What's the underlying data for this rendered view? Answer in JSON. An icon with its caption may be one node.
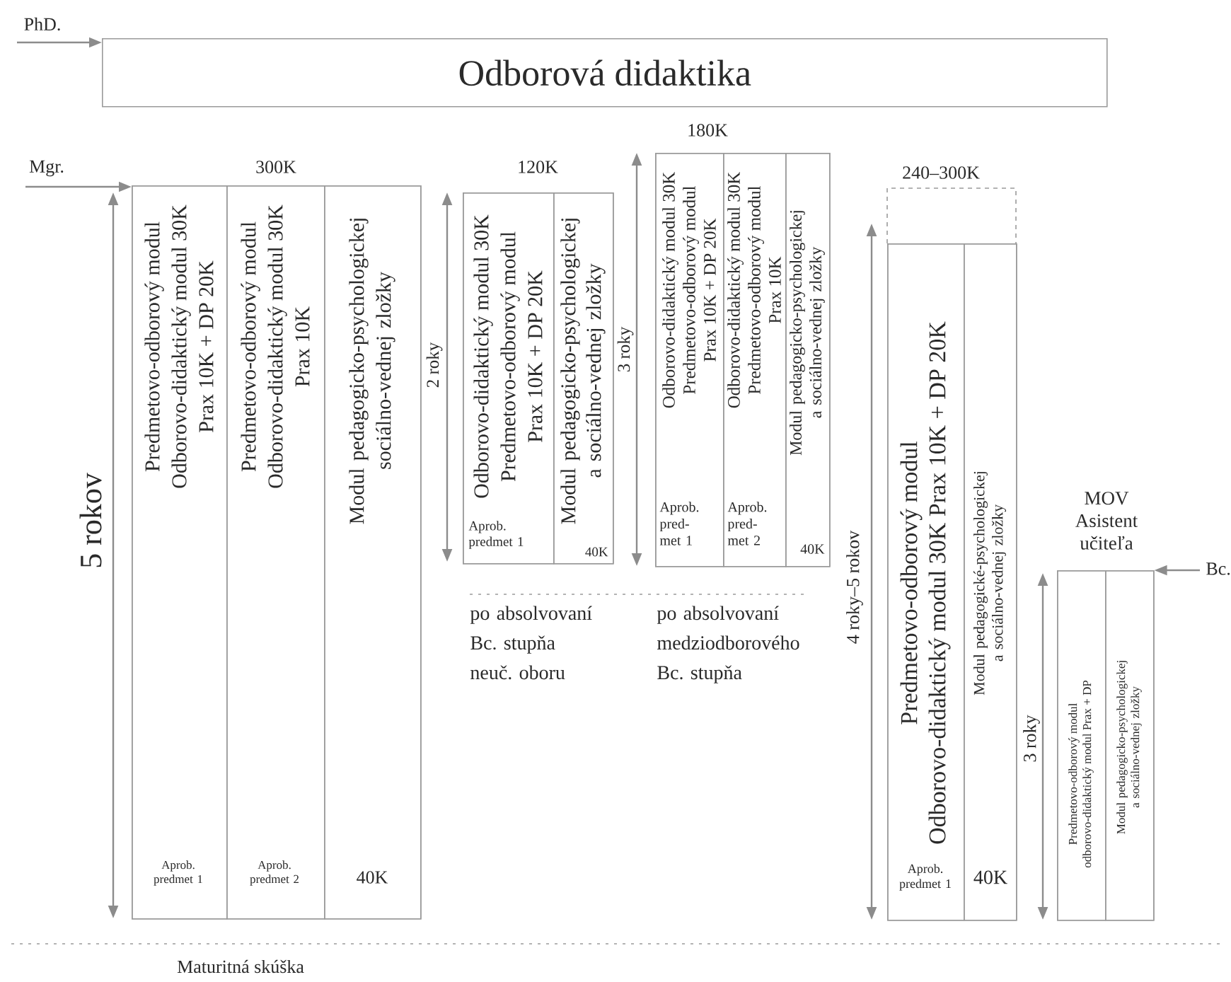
{
  "diagram": {
    "nodes": [
      {
        "text": [
          "Odborová didaktika"
        ]
      },
      {
        "text": [
          "300K"
        ],
        "beside": [
          "5 rokov"
        ]
      },
      {
        "text": [
          "Predmetovo-odborový modul",
          "Odborovo-didaktický modul 30K",
          "Prax 10K + DP 20K",
          "Aprob. predmet 1"
        ],
        "in": 1
      },
      {
        "text": [
          "Predmetovo-odborový modul",
          "Odborovo-didaktický modul 30K",
          "Prax 10K",
          "Aprob. predmet 2"
        ],
        "in": 1
      },
      {
        "text": [
          "Modul pedagogicko-psychologickej sociálno-vednej zložky",
          "40K"
        ],
        "in": 1
      },
      {
        "text": [
          "120K"
        ],
        "beside": [
          "2 roky",
          "po absolvovaní Bc. stupňa neuč. oboru"
        ]
      },
      {
        "text": [
          "Odborovo-didaktický modul 30K",
          "Predmetovo-odborový modul",
          "Prax 10K + DP 20K",
          "Aprob. predmet 1"
        ],
        "in": 5
      },
      {
        "text": [
          "Modul pedagogicko-psychologickej a sociálno-vednej zložky",
          "40K"
        ],
        "in": 5
      },
      {
        "text": [
          "180K"
        ],
        "beside": [
          "3 roky",
          "po absolvovaní medziodborového Bc. stupňa"
        ]
      },
      {
        "text": [
          "Odborovo-didaktický modul 30K",
          "Predmetovo-odborový modul",
          "Prax 10K + DP 20K",
          "Aprob. pred- met 1"
        ],
        "in": 8
      },
      {
        "text": [
          "Odborovo-didaktický modul 30K",
          "Predmetovo-odborový modul",
          "Prax 10K",
          "Aprob. pred- met 2"
        ],
        "in": 8
      },
      {
        "text": [
          "Modul pedagogicko-psychologickej a sociálno-vednej zložky",
          "40K"
        ],
        "in": 8
      },
      {
        "text": [
          "240–300K"
        ],
        "beside": [
          "4 roky–5 rokov"
        ]
      },
      {
        "text": [
          "Predmetovo-odborový modul",
          "Odborovo-didaktický modul 30K Prax 10K + DP 20K",
          "Aprob. predmet 1"
        ],
        "in": 12
      },
      {
        "text": [
          "Modul pedagogické-psychologickej a sociálno-vednej zložky",
          "40K"
        ],
        "in": 12
      },
      {
        "text": [
          "MOV Asistent učiteľa"
        ],
        "beside": [
          "3 roky"
        ]
      },
      {
        "text": [
          "Predmetovo-odborový modul",
          "odborovo-didaktický modul Prax + DP"
        ],
        "in": 15
      },
      {
        "text": [
          "Modul pedagogicko-psychologickej a sociálno-vednej zložky"
        ],
        "in": 15
      }
    ],
    "edges": [
      {
        "from": null,
        "to": 0,
        "arrow": "to",
        "label": "PhD."
      },
      {
        "from": null,
        "to": 1,
        "arrow": "to",
        "label": "Mgr."
      },
      {
        "from": null,
        "to": 15,
        "arrow": "to",
        "label": "Bc."
      }
    ],
    "labels": [
      "Maturitná skúška"
    ]
  }
}
